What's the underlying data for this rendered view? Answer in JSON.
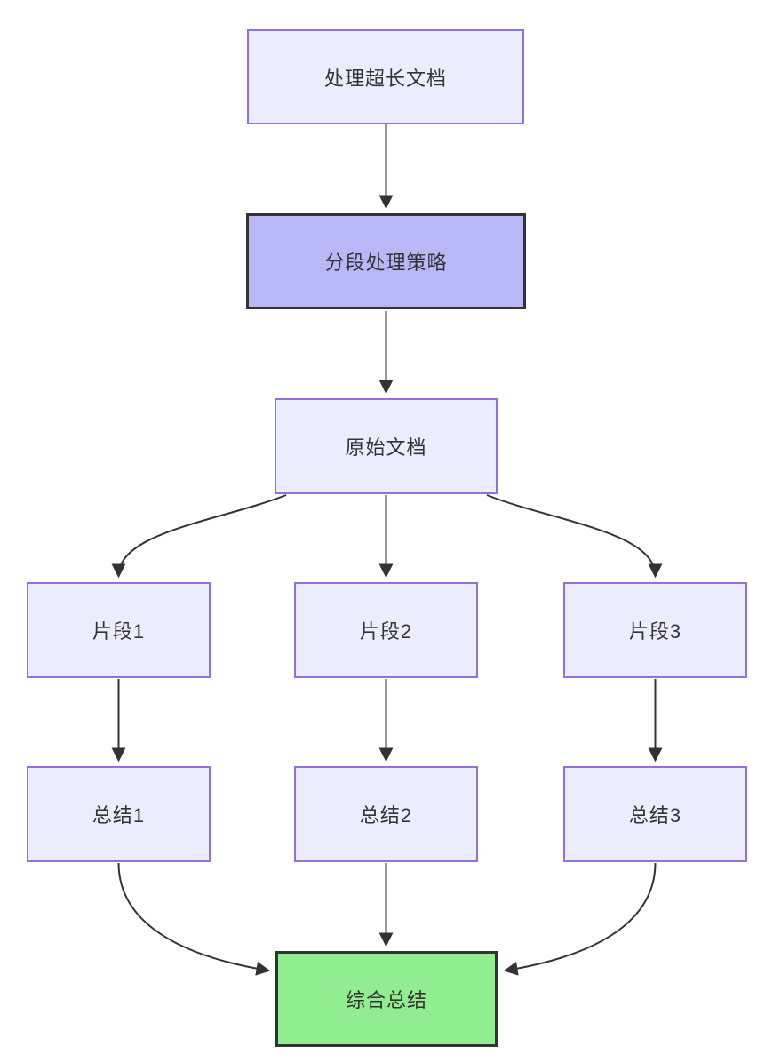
{
  "diagram": {
    "type": "flowchart-top-down",
    "background": "#ffffff",
    "edge_color": "#333333",
    "nodes": {
      "doc_processing": {
        "label": "处理超长文档",
        "fill": "#ECECFF",
        "border": "#9370DB"
      },
      "strategy": {
        "label": "分段处理策略",
        "fill": "#B8B8F8",
        "border": "#333333"
      },
      "original_doc": {
        "label": "原始文档",
        "fill": "#ECECFF",
        "border": "#9370DB"
      },
      "segment1": {
        "label": "片段1",
        "fill": "#ECECFF",
        "border": "#9370DB"
      },
      "segment2": {
        "label": "片段2",
        "fill": "#ECECFF",
        "border": "#9370DB"
      },
      "segment3": {
        "label": "片段3",
        "fill": "#ECECFF",
        "border": "#9370DB"
      },
      "summary1": {
        "label": "总结1",
        "fill": "#ECECFF",
        "border": "#9370DB"
      },
      "summary2": {
        "label": "总结2",
        "fill": "#ECECFF",
        "border": "#9370DB"
      },
      "summary3": {
        "label": "总结3",
        "fill": "#ECECFF",
        "border": "#9370DB"
      },
      "final_summary": {
        "label": "综合总结",
        "fill": "#90EE90",
        "border": "#333333"
      }
    },
    "edges": [
      {
        "from": "doc_processing",
        "to": "strategy"
      },
      {
        "from": "strategy",
        "to": "original_doc"
      },
      {
        "from": "original_doc",
        "to": "segment1"
      },
      {
        "from": "original_doc",
        "to": "segment2"
      },
      {
        "from": "original_doc",
        "to": "segment3"
      },
      {
        "from": "segment1",
        "to": "summary1"
      },
      {
        "from": "segment2",
        "to": "summary2"
      },
      {
        "from": "segment3",
        "to": "summary3"
      },
      {
        "from": "summary1",
        "to": "final_summary"
      },
      {
        "from": "summary2",
        "to": "final_summary"
      },
      {
        "from": "summary3",
        "to": "final_summary"
      }
    ]
  }
}
